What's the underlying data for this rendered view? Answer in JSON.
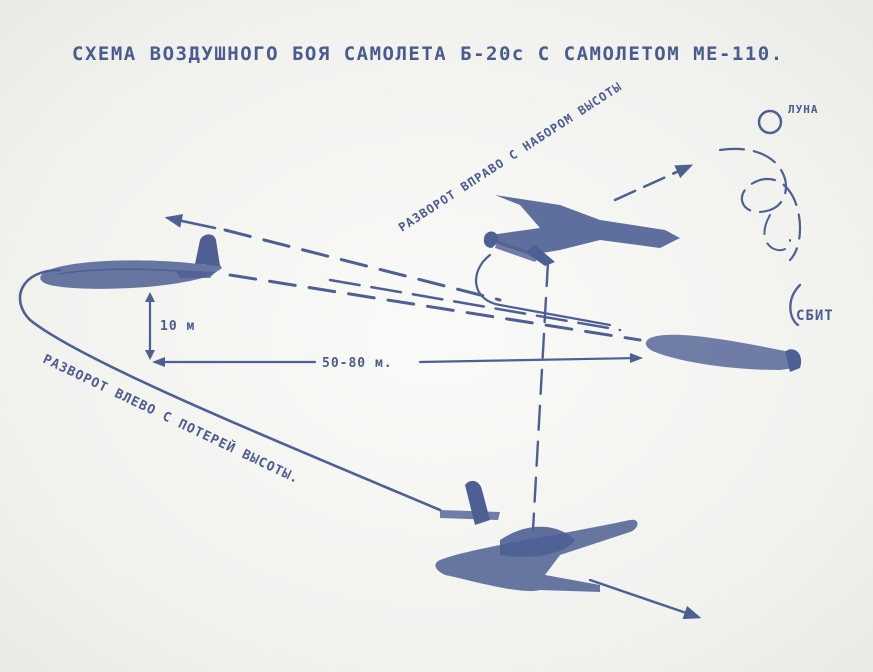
{
  "title": "СХЕМА ВОЗДУШНОГО БОЯ САМОЛЕТА Б-20с С САМОЛЕТОМ МЕ-110.",
  "labels": {
    "moon": "ЛУНА",
    "turn_right": "РАЗВОРОТ ВПРАВО С НАБОРОМ ВЫСОТЫ",
    "shot_down": "СБИТ",
    "height": "10 м",
    "distance": "50-80 м.",
    "turn_left": "РАЗВОРОТ ВЛЕВО С ПОТЕРЕЙ ВЫСОТЫ."
  },
  "colors": {
    "ink": "#4e5f93",
    "paper": "#f4f4f1"
  }
}
